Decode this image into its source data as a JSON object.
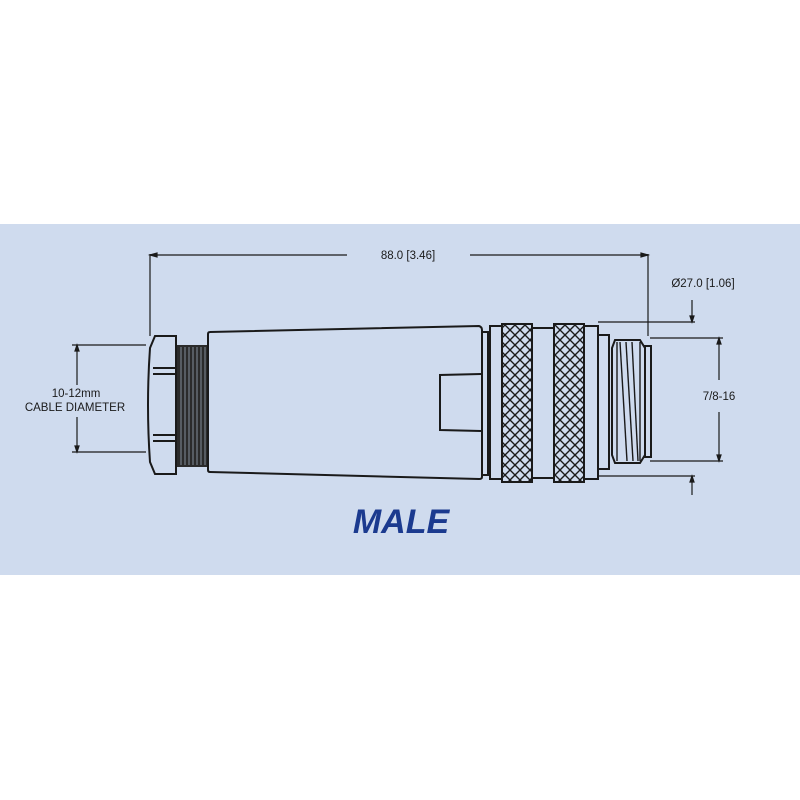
{
  "diagram": {
    "title": "MALE",
    "background_color": "#cfdbee",
    "title_color": "#1b3a8f",
    "line_color": "#1a1a1a",
    "dimensions": {
      "overall_length": "88.0 [3.46]",
      "outer_diameter": "Ø27.0 [1.06]",
      "thread": "7/8-16",
      "cable_label_line1": "10-12mm",
      "cable_label_line2": "CABLE DIAMETER"
    },
    "parts": [
      "hex-nut",
      "gland-thread",
      "tapered-body",
      "knurled-coupling-ring",
      "knurled-coupling-ring",
      "threaded-connector-end"
    ]
  }
}
